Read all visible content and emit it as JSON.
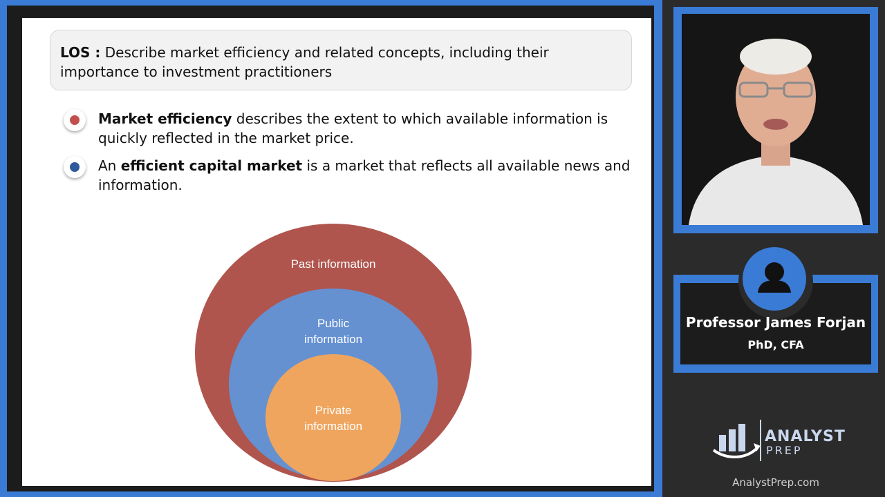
{
  "slide": {
    "los_label": "LOS :",
    "los_text": " Describe market efficiency and related concepts, including their importance to investment practitioners",
    "bullets": [
      {
        "bold": "Market efficiency",
        "rest": " describes the extent to which available information is quickly reflected in the market price.",
        "color": "#c0504d"
      },
      {
        "pre": "An ",
        "bold": "efficient capital market",
        "rest": " is a market that reflects all available news and information.",
        "color": "#2e5a9c"
      }
    ],
    "diagram": {
      "outer_line1": "Past information",
      "middle_line1": "Public",
      "middle_line2": "information",
      "inner_line1": "Private",
      "inner_line2": "information",
      "colors": {
        "outer": "#b0554e",
        "middle": "#6591d1",
        "inner": "#efa55e"
      }
    }
  },
  "presenter": {
    "name": "Professor James Forjan",
    "credentials": "PhD, CFA"
  },
  "brand": {
    "logo_line1": "ANALYST",
    "logo_line2": "PREP",
    "site": "AnalystPrep.com",
    "accent": "#3a7bd5"
  }
}
